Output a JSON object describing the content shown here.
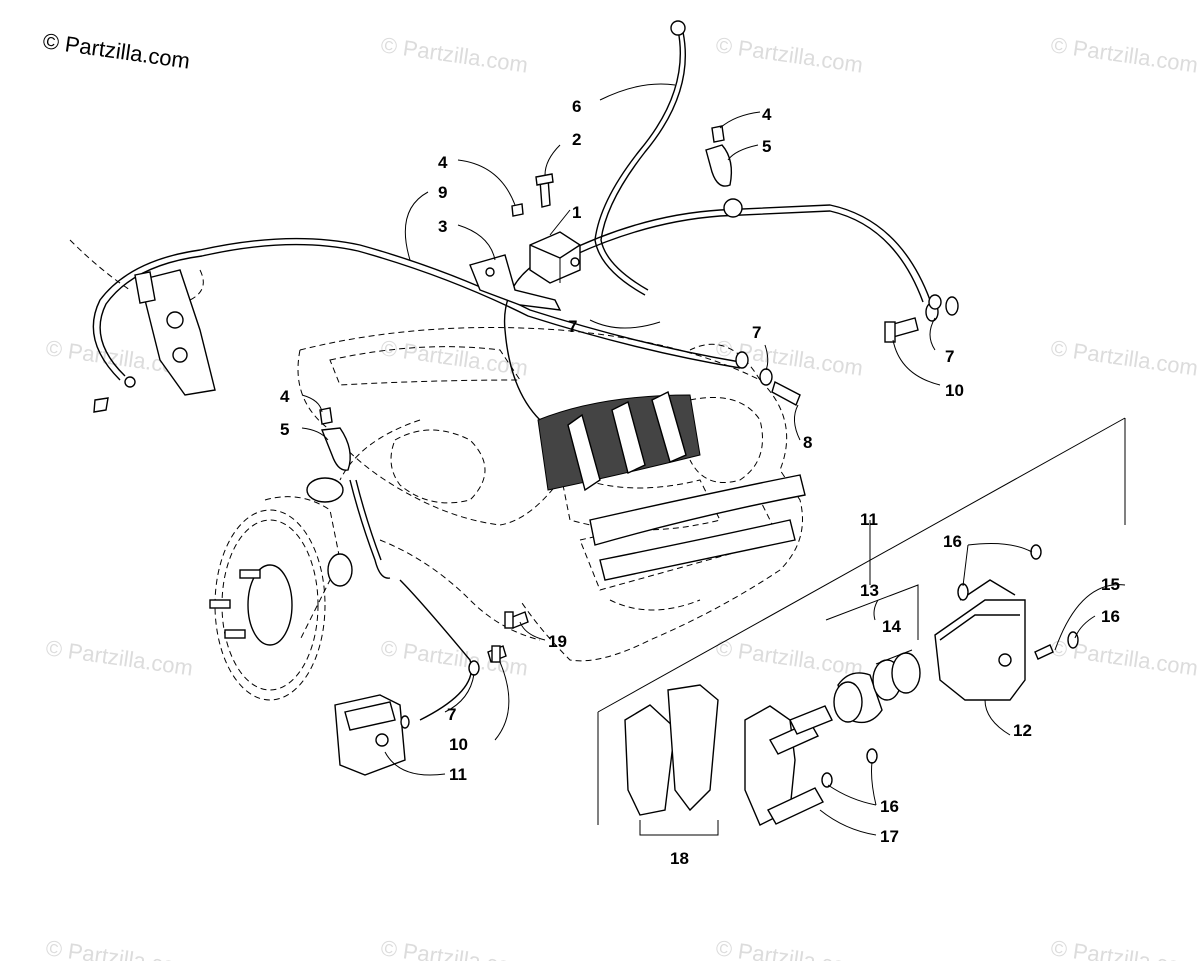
{
  "brand": "© Partzilla.com",
  "watermark": "© Partzilla.com",
  "callouts": {
    "c1": "1",
    "c2": "2",
    "c3": "3",
    "c4a": "4",
    "c4b": "4",
    "c4c": "4",
    "c5a": "5",
    "c5b": "5",
    "c6": "6",
    "c7a": "7",
    "c7b": "7",
    "c7c": "7",
    "c7d": "7",
    "c8": "8",
    "c9": "9",
    "c10a": "10",
    "c10b": "10",
    "c11a": "11",
    "c11b": "11",
    "c12": "12",
    "c13": "13",
    "c14": "14",
    "c15": "15",
    "c16a": "16",
    "c16b": "16",
    "c16c": "16",
    "c17": "17",
    "c18": "18",
    "c19": "19"
  }
}
